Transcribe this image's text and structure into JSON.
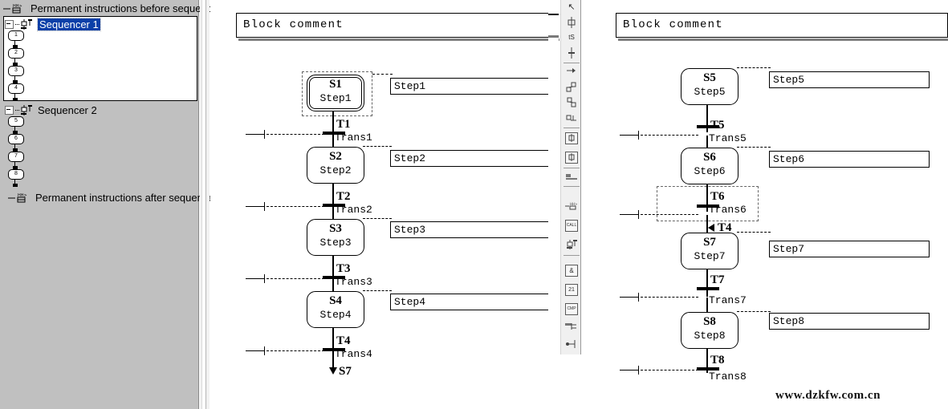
{
  "tree": {
    "header_item": {
      "label": "Permanent instructions before sequencer",
      "icon": "permanent-instructions-icon"
    },
    "footer_item": {
      "label": "Permanent instructions after sequencer",
      "icon": "permanent-instructions-icon"
    },
    "nodes": [
      {
        "label": "Sequencer 1",
        "selected": true,
        "steps": [
          "1",
          "2",
          "3",
          "4"
        ]
      },
      {
        "label": "Sequencer 2",
        "selected": false,
        "steps": [
          "5",
          "6",
          "7",
          "8"
        ]
      }
    ]
  },
  "sequencers": [
    {
      "id": "sequencer-1",
      "block_comment": "Block comment",
      "steps": [
        {
          "id": "S1",
          "name": "Step1",
          "comment": "Step1",
          "initial": true,
          "selected": true
        },
        {
          "id": "S2",
          "name": "Step2",
          "comment": "Step2",
          "initial": false,
          "selected": false
        },
        {
          "id": "S3",
          "name": "Step3",
          "comment": "Step3",
          "initial": false,
          "selected": false
        },
        {
          "id": "S4",
          "name": "Step4",
          "comment": "Step4",
          "initial": false,
          "selected": false
        }
      ],
      "transitions": [
        {
          "id": "T1",
          "name": "Trans1",
          "selected": false
        },
        {
          "id": "T2",
          "name": "Trans2",
          "selected": false
        },
        {
          "id": "T3",
          "name": "Trans3",
          "selected": false
        },
        {
          "id": "T4",
          "name": "Trans4",
          "selected": false
        }
      ],
      "jump_out": {
        "target": "S7"
      }
    },
    {
      "id": "sequencer-2",
      "block_comment": "Block comment",
      "steps": [
        {
          "id": "S5",
          "name": "Step5",
          "comment": "Step5",
          "initial": false,
          "selected": false
        },
        {
          "id": "S6",
          "name": "Step6",
          "comment": "Step6",
          "initial": false,
          "selected": false
        },
        {
          "id": "S7",
          "name": "Step7",
          "comment": "Step7",
          "initial": false,
          "selected": false
        },
        {
          "id": "S8",
          "name": "Step8",
          "comment": "Step8",
          "initial": false,
          "selected": false
        }
      ],
      "transitions": [
        {
          "id": "T5",
          "name": "Trans5",
          "selected": false
        },
        {
          "id": "T6",
          "name": "Trans6",
          "selected": true
        },
        {
          "id": "T7",
          "name": "Trans7",
          "selected": false
        },
        {
          "id": "T8",
          "name": "Trans8",
          "selected": false
        }
      ],
      "jump_in": {
        "source": "T4"
      }
    }
  ],
  "toolbar": {
    "buttons": [
      {
        "name": "pointer-tool",
        "glyph": "↖"
      },
      {
        "name": "insert-step-tool",
        "glyph": "╤"
      },
      {
        "name": "insert-step-trans-tool",
        "glyph": "tS"
      },
      {
        "name": "insert-transition-tool",
        "glyph": "‡"
      },
      {
        "name": "insert-jump-tool",
        "glyph": "→"
      },
      {
        "name": "divergence-tool",
        "glyph": "⑂"
      },
      {
        "name": "convergence-tool",
        "glyph": "⑄"
      },
      {
        "name": "simultaneous-branch-tool",
        "glyph": "⑁"
      },
      {
        "name": "delete-column-tool",
        "glyph": "⊓"
      },
      {
        "name": "delete-row-tool",
        "glyph": "⊓"
      },
      {
        "name": "comment-block-tool",
        "glyph": "▬"
      },
      {
        "name": "permanent-instruction-tool",
        "glyph": "⊣⊢"
      },
      {
        "name": "call-block-tool",
        "glyph": "CALL"
      },
      {
        "name": "sequencer-tool",
        "glyph": "⚯"
      },
      {
        "name": "and-block-tool",
        "glyph": "&"
      },
      {
        "name": "compare-2-1-tool",
        "glyph": "21"
      },
      {
        "name": "cmp-block-tool",
        "glyph": "CMP"
      },
      {
        "name": "contact-tool",
        "glyph": "⊣"
      },
      {
        "name": "coil-tool",
        "glyph": "•─"
      }
    ]
  },
  "watermark": "www.dzkfw.com.cn",
  "colors": {
    "panel_bg": "#c0c0c0",
    "selection_blue": "#0a3fa8",
    "canvas_bg": "#ffffff",
    "toolbar_bg": "#f0f0f0",
    "line": "#000000"
  }
}
